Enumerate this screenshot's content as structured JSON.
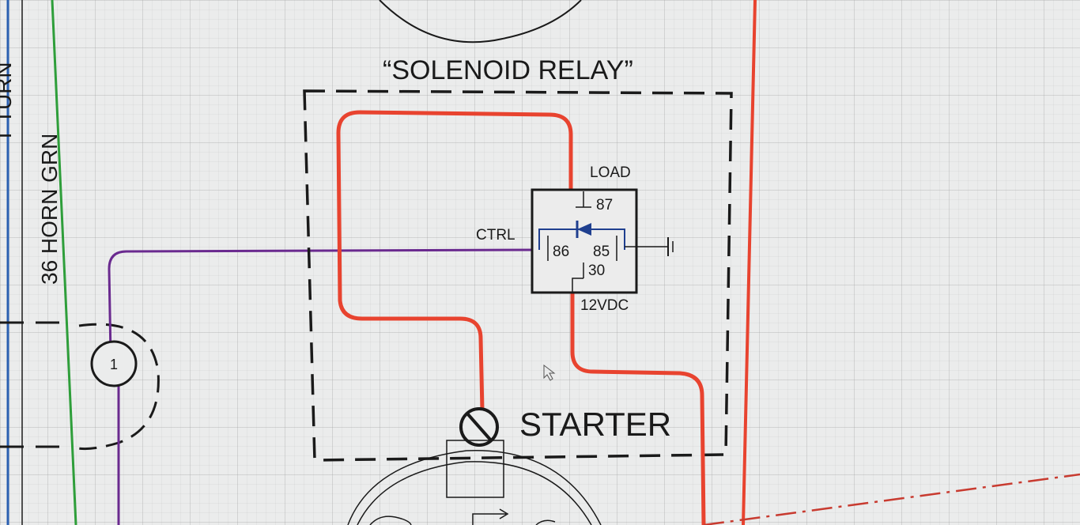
{
  "diagram": {
    "title": "“SOLENOID RELAY”",
    "wire_label": "36 HORN GRN",
    "wire_label_partial": "T TURN",
    "relay": {
      "load": "LOAD",
      "ctrl": "CTRL",
      "supply": "12VDC",
      "pin_87": "87",
      "pin_86": "86",
      "pin_85": "85",
      "pin_30": "30"
    },
    "connector_number": "1",
    "starter_label": "STARTER"
  },
  "colors": {
    "power_wire": "#e8432f",
    "control_wire": "#6a2a8f",
    "horn_wire": "#2e9e3a",
    "left_wire": "#2a5fb0",
    "diode": "#1f3f8f"
  }
}
